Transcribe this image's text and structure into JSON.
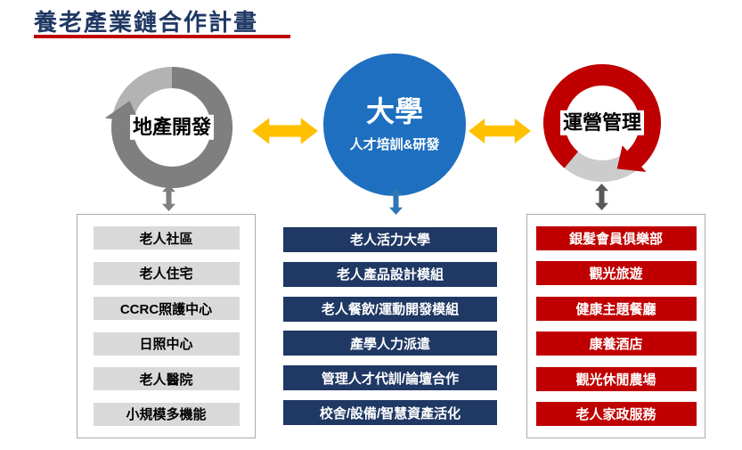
{
  "title": {
    "text": "養老產業鏈合作計畫"
  },
  "circles": {
    "left": {
      "label": "地產開發"
    },
    "center": {
      "title": "大學",
      "subtitle": "人才培訓&研發"
    },
    "right": {
      "label": "運營管理"
    }
  },
  "columns": {
    "left": {
      "items": [
        "老人社區",
        "老人住宅",
        "CCRC照護中心",
        "日照中心",
        "老人醫院",
        "小規模多機能"
      ]
    },
    "middle": {
      "items": [
        "老人活力大學",
        "老人產品設計模組",
        "老人餐飲/運動開發模組",
        "產學人力派遣",
        "管理人才代訓/論壇合作",
        "校舍/設備/智慧資產活化"
      ]
    },
    "right": {
      "items": [
        "銀髮會員俱樂部",
        "觀光旅遊",
        "健康主題餐廳",
        "康養酒店",
        "觀光休閒農場",
        "老人家政服務"
      ]
    }
  },
  "icons": {
    "horizontal_double_arrow": "double-headed horizontal arrow",
    "vertical_double_arrow": "double-headed vertical arrow",
    "circular_arrow_gray": "gray circular arrow ring",
    "circular_arrow_red": "red circular arrow ring"
  },
  "colors": {
    "title_navy": "#1F3864",
    "accent_red": "#C00000",
    "circle_blue": "#1E6FC0",
    "arrow_yellow": "#FFC000",
    "box_gray": "#D9D9D9",
    "ring_gray": "#7F7F7F",
    "arrow_blue": "#2E75B6"
  }
}
